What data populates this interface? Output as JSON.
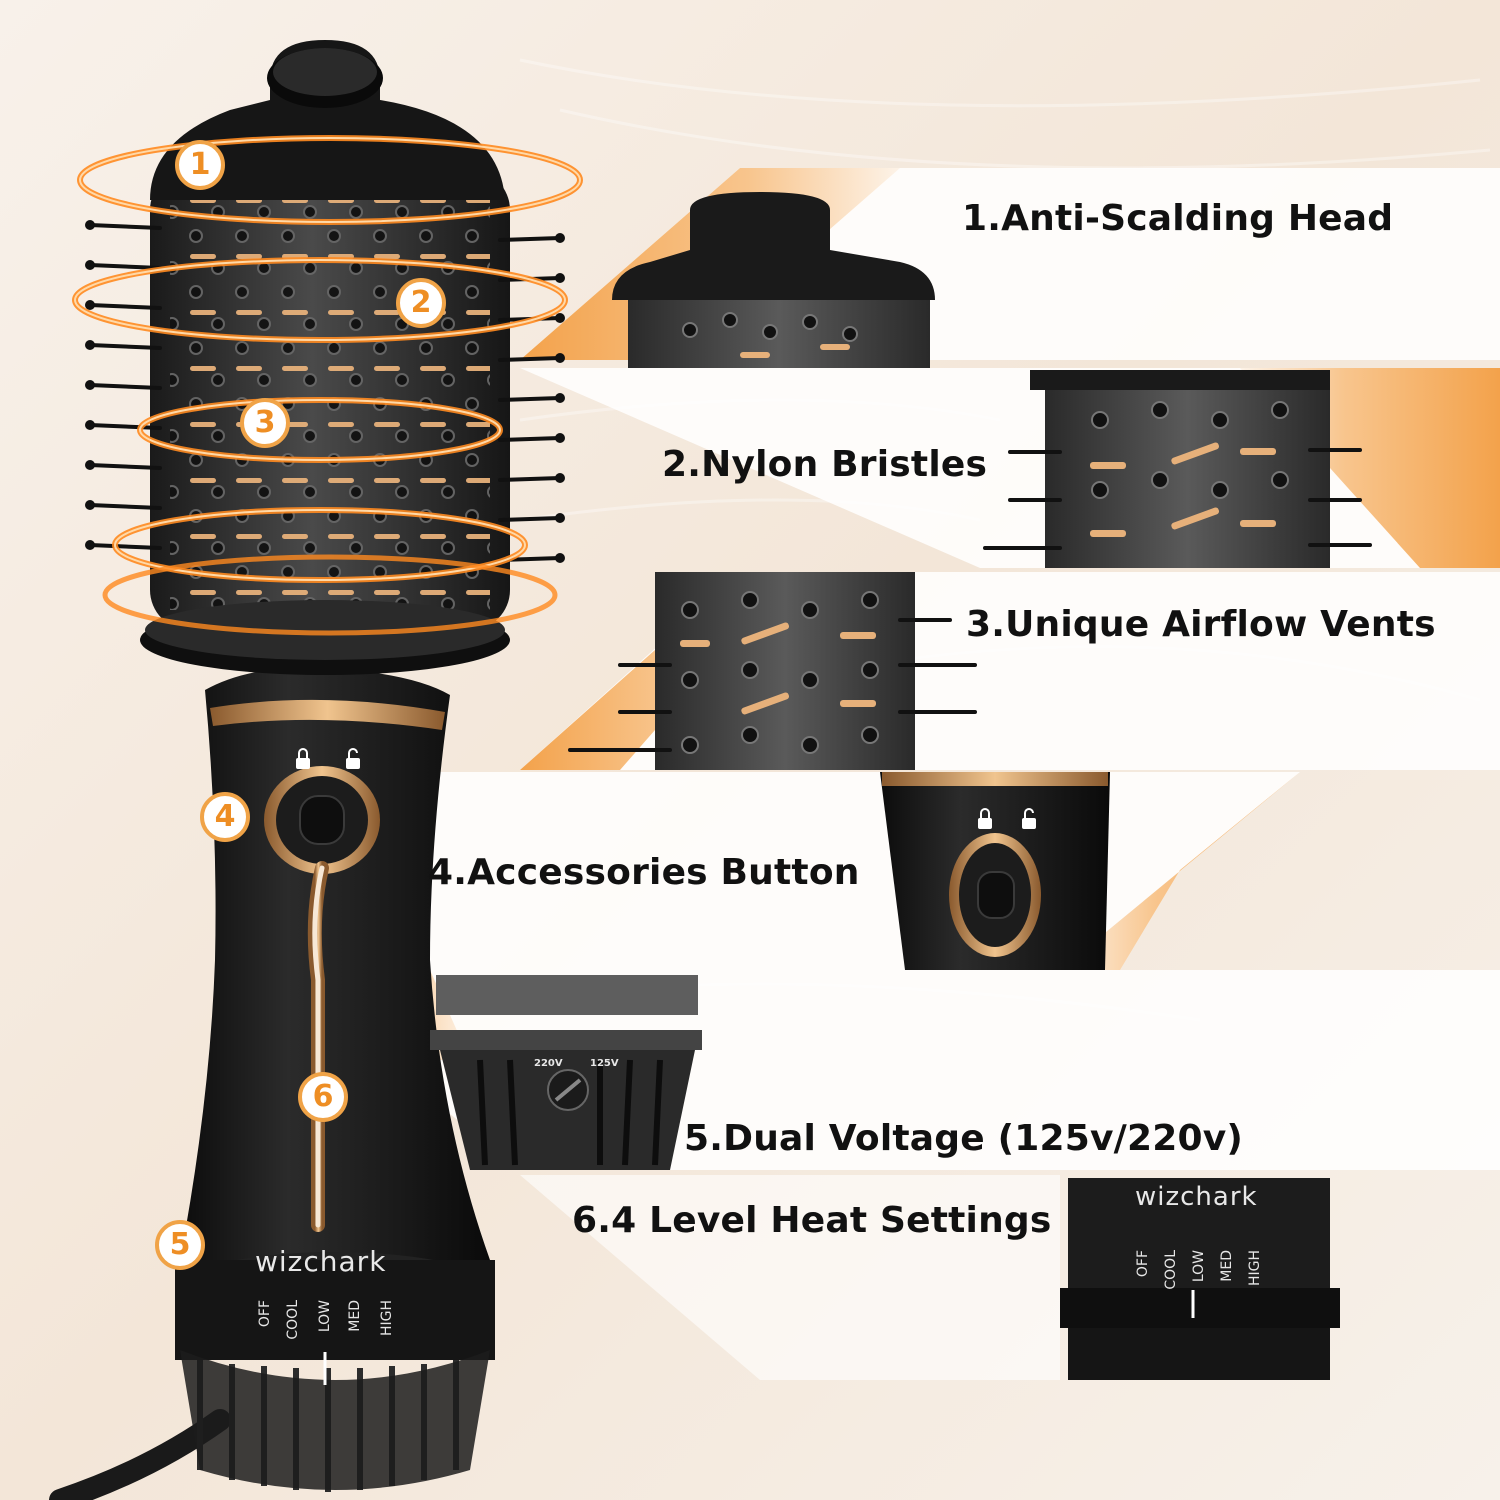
{
  "features": [
    {
      "label": "1.Anti-Scalding Head"
    },
    {
      "label": "2.Nylon Bristles"
    },
    {
      "label": "3.Unique Airflow Vents"
    },
    {
      "label": "4.Accessories Button"
    },
    {
      "label": "5.Dual Voltage (125v/220v)"
    },
    {
      "label": "6.4 Level Heat Settings"
    }
  ],
  "markers": [
    "1",
    "2",
    "3",
    "4",
    "5",
    "6"
  ],
  "brand": "wizchark",
  "heat_settings": [
    "HIGH",
    "MED",
    "LOW",
    "COOL",
    "OFF"
  ],
  "voltage_labels": [
    "220V",
    "125V"
  ],
  "colors": {
    "accent": "#ee8e24",
    "glow": "#f7b35a",
    "body": "#1e1e1e",
    "gold": "#d6a46a",
    "background": "#f6efe8"
  },
  "icons": [
    "lock-icon",
    "unlock-icon"
  ]
}
